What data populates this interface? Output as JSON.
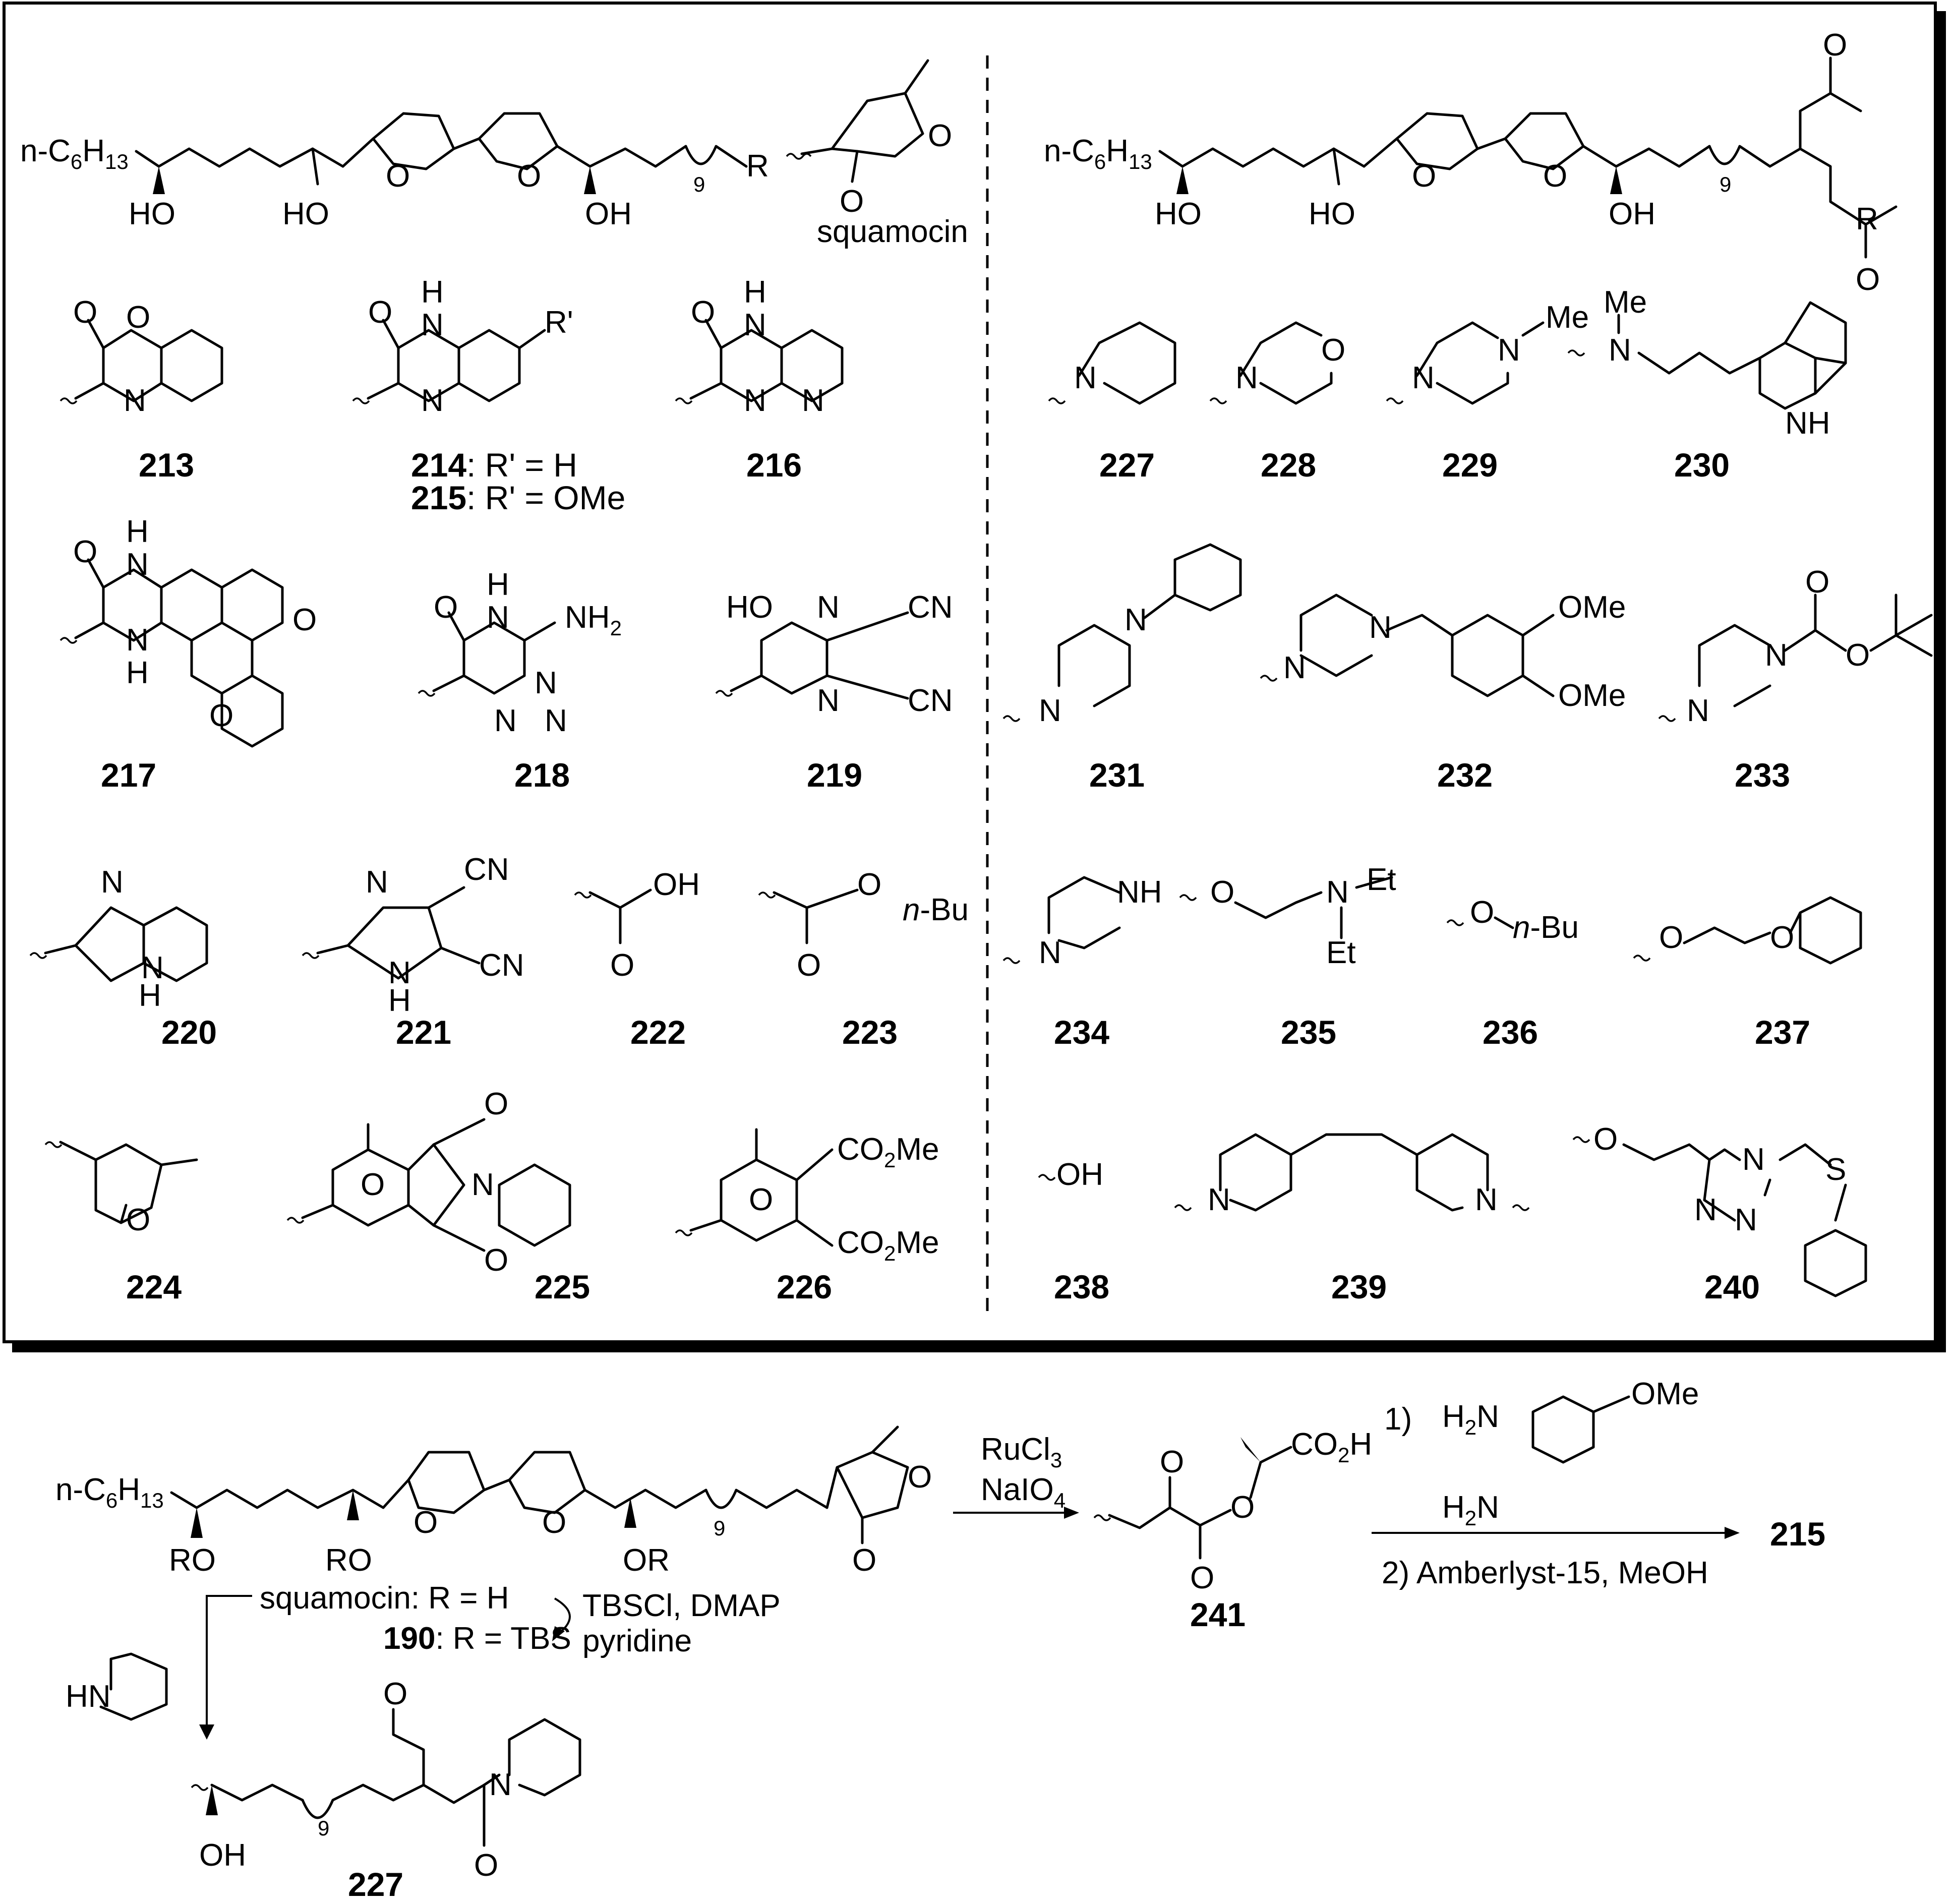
{
  "panel": {
    "left_scaffold": {
      "prefix": "n-C",
      "sub1": "6",
      "h": "H",
      "sub2": "13",
      "ho1": "HO",
      "ho2": "HO",
      "oh": "OH",
      "o1": "O",
      "o2": "O",
      "rep": "9",
      "r": "R"
    },
    "squamocin_fragment": {
      "o_ring": "O",
      "o_carbonyl": "O",
      "label": "squamocin"
    },
    "right_scaffold": {
      "prefix": "n-C",
      "sub1": "6",
      "h": "H",
      "sub2": "13",
      "ho1": "HO",
      "ho2": "HO",
      "oh": "OH",
      "o1": "O",
      "o2": "O",
      "rep": "9",
      "r": "R",
      "o_top": "O",
      "o_bottom": "O"
    }
  },
  "left_compounds": [
    {
      "id": "213",
      "atoms": [
        "O",
        "O",
        "N"
      ]
    },
    {
      "id": "214",
      "atoms": [
        "H",
        "N",
        "O",
        "N",
        "R'"
      ],
      "caption1_num": "214",
      "caption1_text": ": R' = H",
      "caption2_num": "215",
      "caption2_text": ": R' = OMe"
    },
    {
      "id": "216",
      "atoms": [
        "H",
        "N",
        "O",
        "N",
        "N"
      ]
    },
    {
      "id": "217",
      "atoms": [
        "H",
        "N",
        "O",
        "N",
        "H",
        "O",
        "O"
      ]
    },
    {
      "id": "218",
      "atoms": [
        "H",
        "N",
        "O",
        "N",
        "NH",
        "2",
        "N",
        "N"
      ]
    },
    {
      "id": "219",
      "atoms": [
        "HO",
        "N",
        "CN",
        "N",
        "CN"
      ]
    },
    {
      "id": "220",
      "atoms": [
        "N",
        "N",
        "H"
      ]
    },
    {
      "id": "221",
      "atoms": [
        "N",
        "CN",
        "N",
        "H",
        "CN"
      ]
    },
    {
      "id": "222",
      "atoms": [
        "OH",
        "O"
      ]
    },
    {
      "id": "223",
      "atoms": [
        "O",
        "n",
        "-Bu",
        "O"
      ]
    },
    {
      "id": "224",
      "atoms": [
        "O"
      ]
    },
    {
      "id": "225",
      "atoms": [
        "O",
        "N",
        "O",
        "O"
      ]
    },
    {
      "id": "226",
      "atoms": [
        "CO",
        "2",
        "Me",
        "CO",
        "2",
        "Me",
        "O"
      ]
    }
  ],
  "right_compounds": [
    {
      "id": "227",
      "atoms": [
        "N"
      ]
    },
    {
      "id": "228",
      "atoms": [
        "N",
        "O"
      ]
    },
    {
      "id": "229",
      "atoms": [
        "N",
        "N",
        "Me"
      ]
    },
    {
      "id": "230",
      "atoms": [
        "Me",
        "N",
        "NH"
      ]
    },
    {
      "id": "231",
      "atoms": [
        "N",
        "N"
      ]
    },
    {
      "id": "232",
      "atoms": [
        "N",
        "N",
        "OMe",
        "OMe"
      ]
    },
    {
      "id": "233",
      "atoms": [
        "N",
        "N",
        "O",
        "O"
      ]
    },
    {
      "id": "234",
      "atoms": [
        "NH",
        "N"
      ]
    },
    {
      "id": "235",
      "atoms": [
        "O",
        "N",
        "Et",
        "Et"
      ]
    },
    {
      "id": "236",
      "atoms": [
        "O",
        "n",
        "-Bu"
      ]
    },
    {
      "id": "237",
      "atoms": [
        "O",
        "O"
      ]
    },
    {
      "id": "238",
      "atoms": [
        "OH"
      ]
    },
    {
      "id": "239",
      "atoms": [
        "N",
        "N"
      ]
    },
    {
      "id": "240",
      "atoms": [
        "O",
        "N",
        "N",
        "N",
        "S"
      ]
    }
  ],
  "scheme": {
    "sm": {
      "prefix": "n-C",
      "sub1": "6",
      "h": "H",
      "sub2": "13",
      "ro1": "RO",
      "ro2": "RO",
      "or": "OR",
      "o1": "O",
      "o2": "O",
      "rep": "9",
      "o_lactone": "O",
      "o_carbonyl": "O"
    },
    "row1_name": "squamocin",
    "row1_text": ": R = H",
    "row2_num": "190",
    "row2_text": ": R = TBS",
    "protect_reagent1": "TBSCl, DMAP",
    "protect_reagent2": "pyridine",
    "oxidation_reagent1_main": "RuCl",
    "oxidation_reagent1_sub": "3",
    "oxidation_reagent2_main": "NaIO",
    "oxidation_reagent2_sub": "4",
    "intermediate": {
      "id": "241",
      "co2h_main": "CO",
      "co2h_sub": "2",
      "co2h_tail": "H",
      "o1": "O",
      "o2": "O",
      "o3": "O"
    },
    "step1_label": "1)",
    "diamine": {
      "h2n1_main": "H",
      "h2n1_sub": "2",
      "h2n1_tail": "N",
      "h2n2_main": "H",
      "h2n2_sub": "2",
      "h2n2_tail": "N",
      "ome": "OMe"
    },
    "step2": "2) Amberlyst-15, MeOH",
    "product": "215",
    "piperidine": "HN",
    "amide_product": {
      "id": "227",
      "o_top": "O",
      "oh": "OH",
      "rep": "9",
      "n": "N",
      "o_bottom": "O"
    }
  }
}
